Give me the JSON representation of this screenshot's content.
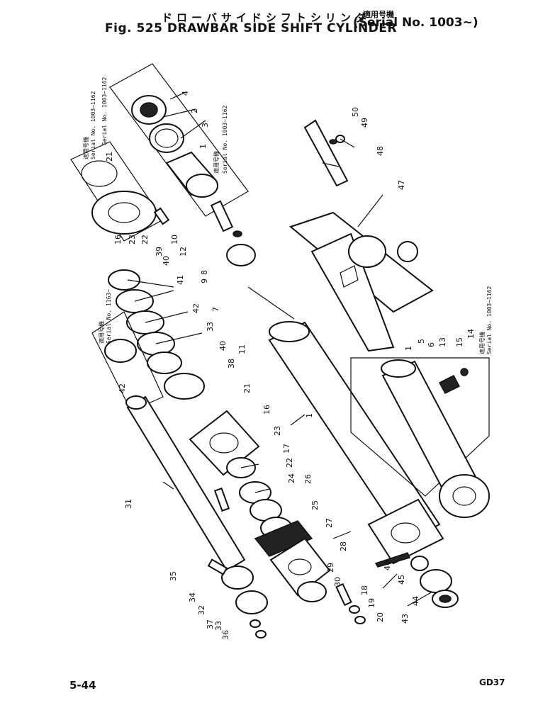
{
  "header": {
    "title_jp": "ドローバサイドシフトシリンダ",
    "applicable_jp": "適用号機",
    "title_en": "Fig. 525 DRAWBAR SIDE SHIFT CYLINDER",
    "serial": "Serial No. 1003~"
  },
  "footer": {
    "page_number": "5-44",
    "code": "GD37"
  },
  "notes": {
    "applicable_jp": "適用号機",
    "serial_a": "Serial No. 1003~1162",
    "serial_b": "Serial No. 1003~1162",
    "serial_c": "Serial No. 1003~1162",
    "serial_d": "Serial No. 1163~",
    "serial_e": "Serial No. 1003~1162"
  },
  "callouts": [
    "1",
    "2",
    "3",
    "4",
    "5",
    "6",
    "7",
    "8",
    "9",
    "10",
    "11",
    "12",
    "13",
    "14",
    "15",
    "16",
    "17",
    "18",
    "19",
    "20",
    "21",
    "22",
    "23",
    "24",
    "25",
    "26",
    "27",
    "28",
    "29",
    "30",
    "31",
    "32",
    "33",
    "34",
    "35",
    "36",
    "37",
    "38",
    "39",
    "40",
    "41",
    "42",
    "43",
    "44",
    "45",
    "46",
    "47",
    "48",
    "49",
    "50"
  ],
  "colors": {
    "ink": "#111111",
    "paper": "#ffffff"
  }
}
